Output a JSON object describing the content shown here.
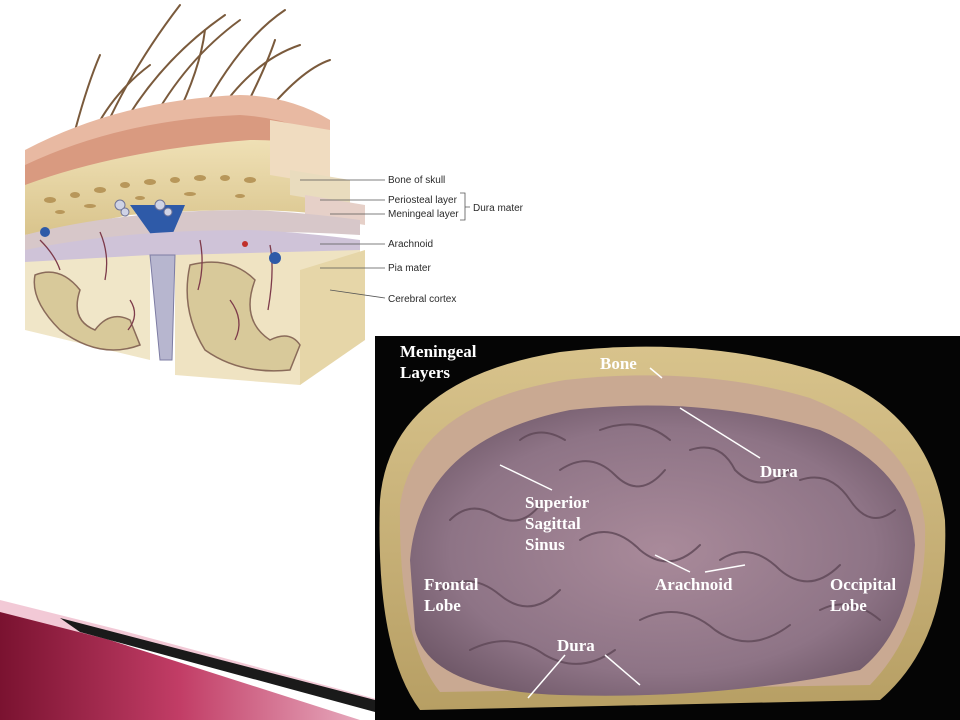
{
  "diagram": {
    "labels": {
      "bone_of_skull": "Bone of skull",
      "periosteal_layer": "Periosteal layer",
      "meningeal_layer": "Meningeal layer",
      "dura_mater": "Dura mater",
      "arachnoid": "Arachnoid",
      "pia_mater": "Pia mater",
      "cerebral_cortex": "Cerebral cortex"
    }
  },
  "photo": {
    "labels": {
      "title_line1": "Meningeal",
      "title_line2": "Layers",
      "bone": "Bone",
      "dura_top": "Dura",
      "sinus_line1": "Superior",
      "sinus_line2": "Sagittal",
      "sinus_line3": "Sinus",
      "frontal_line1": "Frontal",
      "frontal_line2": "Lobe",
      "arachnoid": "Arachnoid",
      "occipital_line1": "Occipital",
      "occipital_line2": "Lobe",
      "dura_bottom": "Dura"
    }
  },
  "colors": {
    "accent_dark": "#8b1a3a",
    "accent_mid": "#c2406a",
    "accent_light": "#e7a9bd",
    "photo_bg": "#050505"
  }
}
